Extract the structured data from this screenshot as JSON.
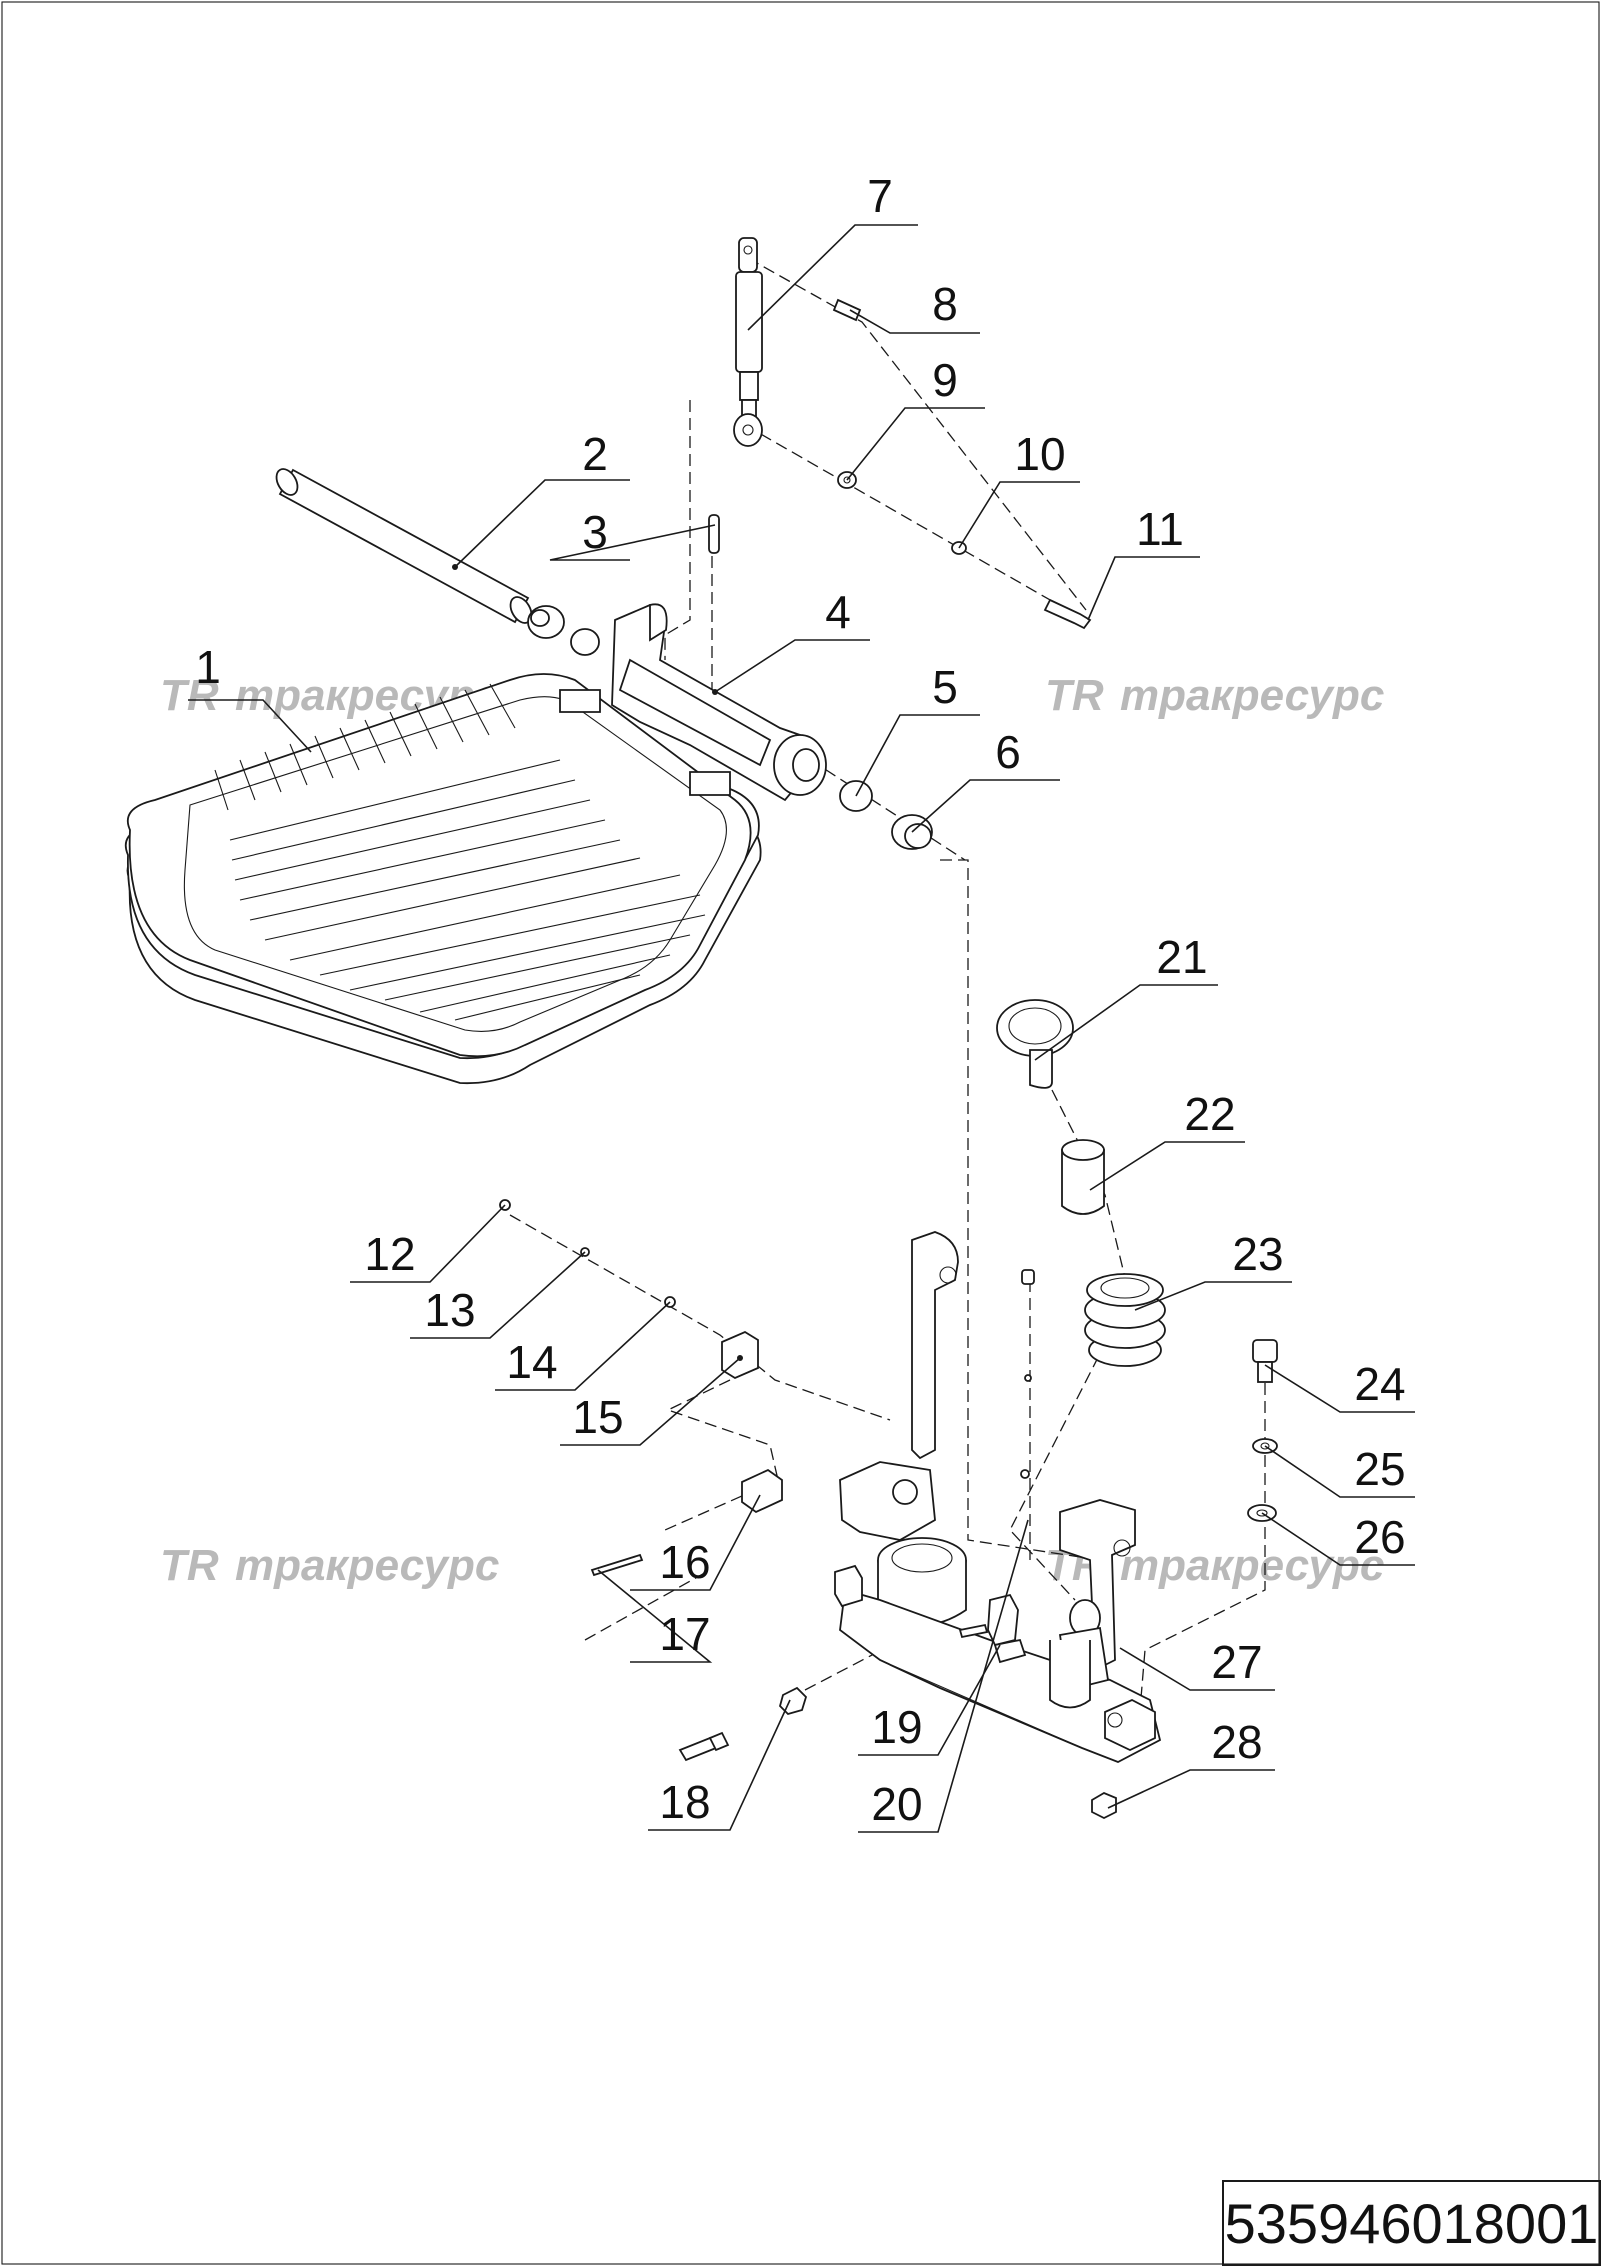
{
  "document_number": "535946018001",
  "watermark_text": "тракресурс",
  "watermark_logo": "TR",
  "callouts": [
    "1",
    "2",
    "3",
    "4",
    "5",
    "6",
    "7",
    "8",
    "9",
    "10",
    "11",
    "12",
    "13",
    "14",
    "15",
    "16",
    "17",
    "18",
    "19",
    "20",
    "21",
    "22",
    "23",
    "24",
    "25",
    "26",
    "27",
    "28"
  ]
}
